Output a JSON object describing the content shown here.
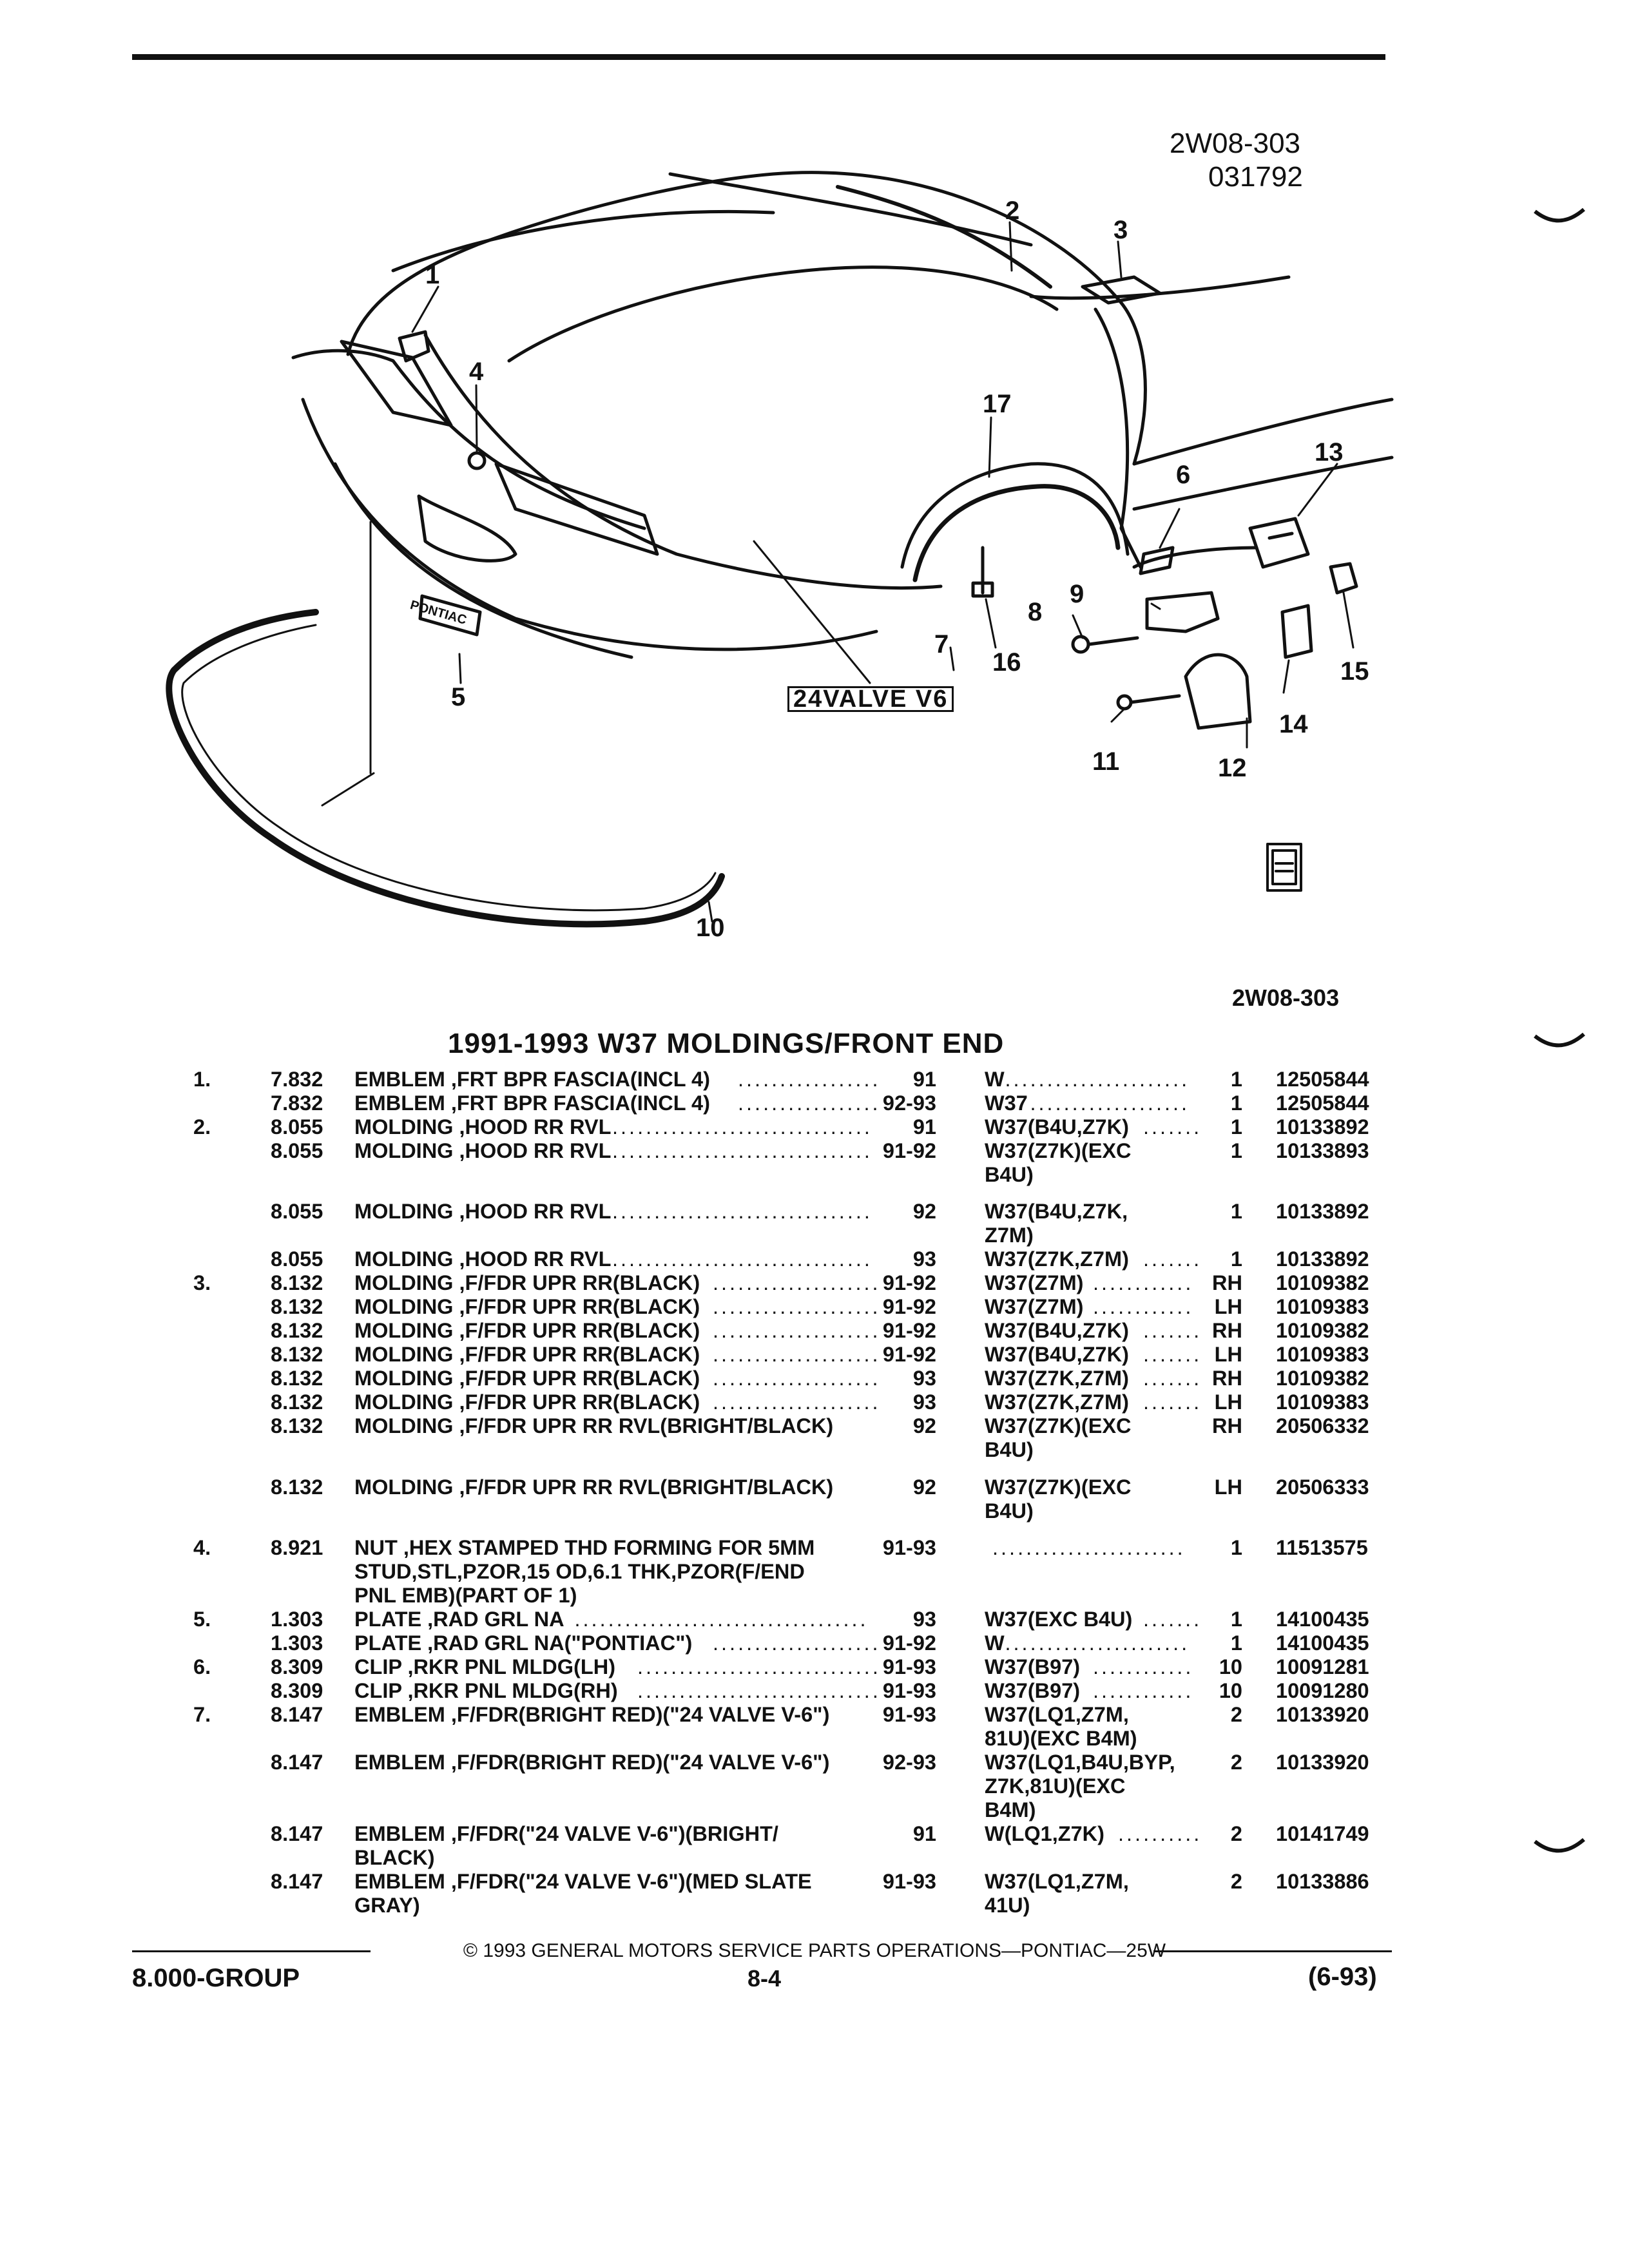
{
  "header": {
    "figure_id": "2W08-303",
    "figure_date": "031792"
  },
  "callouts": [
    "1",
    "2",
    "3",
    "4",
    "5",
    "6",
    "7",
    "8",
    "9",
    "10",
    "11",
    "12",
    "13",
    "14",
    "15",
    "16",
    "17"
  ],
  "diagram_labels": {
    "fascia_emblem_text": "PONTIAC",
    "fender_emblem_text": "24VALVE V6",
    "corner_icon": "gm-spo-icon"
  },
  "figure_ref": "2W08-303",
  "section_title": "1991-1993 W37 MOLDINGS/FRONT END",
  "parts": [
    {
      "index": "1.",
      "group": "7.832",
      "desc": "EMBLEM ,FRT BPR FASCIA(INCL 4)",
      "desc_dots": true,
      "years": "91",
      "option": "W",
      "opt_dots": true,
      "qty": "1",
      "part_no": "12505844"
    },
    {
      "index": "",
      "group": "7.832",
      "desc": "EMBLEM ,FRT BPR FASCIA(INCL 4)",
      "desc_dots": true,
      "years": "92-93",
      "option": "W37",
      "opt_dots": true,
      "qty": "1",
      "part_no": "12505844"
    },
    {
      "index": "2.",
      "group": "8.055",
      "desc": "MOLDING ,HOOD RR RVL",
      "desc_dots": true,
      "years": "91",
      "option": "W37(B4U,Z7K)",
      "opt_dots": true,
      "qty": "1",
      "part_no": "10133892"
    },
    {
      "index": "",
      "group": "8.055",
      "desc": "MOLDING ,HOOD RR RVL",
      "desc_dots": true,
      "years": "91-92",
      "option": "W37(Z7K)(EXC\nB4U)",
      "opt_dots": false,
      "qty": "1",
      "part_no": "10133893",
      "gap_after": true
    },
    {
      "index": "",
      "group": "8.055",
      "desc": "MOLDING ,HOOD RR RVL",
      "desc_dots": true,
      "years": "92",
      "option": "W37(B4U,Z7K,\nZ7M)",
      "opt_dots": false,
      "qty": "1",
      "part_no": "10133892"
    },
    {
      "index": "",
      "group": "8.055",
      "desc": "MOLDING ,HOOD RR RVL",
      "desc_dots": true,
      "years": "93",
      "option": "W37(Z7K,Z7M)",
      "opt_dots": true,
      "qty": "1",
      "part_no": "10133892"
    },
    {
      "index": "3.",
      "group": "8.132",
      "desc": "MOLDING ,F/FDR UPR RR(BLACK)",
      "desc_dots": true,
      "years": "91-92",
      "option": "W37(Z7M)",
      "opt_dots": true,
      "qty": "RH",
      "part_no": "10109382"
    },
    {
      "index": "",
      "group": "8.132",
      "desc": "MOLDING ,F/FDR UPR RR(BLACK)",
      "desc_dots": true,
      "years": "91-92",
      "option": "W37(Z7M)",
      "opt_dots": true,
      "qty": "LH",
      "part_no": "10109383"
    },
    {
      "index": "",
      "group": "8.132",
      "desc": "MOLDING ,F/FDR UPR RR(BLACK)",
      "desc_dots": true,
      "years": "91-92",
      "option": "W37(B4U,Z7K)",
      "opt_dots": true,
      "qty": "RH",
      "part_no": "10109382"
    },
    {
      "index": "",
      "group": "8.132",
      "desc": "MOLDING ,F/FDR UPR RR(BLACK)",
      "desc_dots": true,
      "years": "91-92",
      "option": "W37(B4U,Z7K)",
      "opt_dots": true,
      "qty": "LH",
      "part_no": "10109383"
    },
    {
      "index": "",
      "group": "8.132",
      "desc": "MOLDING ,F/FDR UPR RR(BLACK)",
      "desc_dots": true,
      "years": "93",
      "option": "W37(Z7K,Z7M)",
      "opt_dots": true,
      "qty": "RH",
      "part_no": "10109382"
    },
    {
      "index": "",
      "group": "8.132",
      "desc": "MOLDING ,F/FDR UPR RR(BLACK)",
      "desc_dots": true,
      "years": "93",
      "option": "W37(Z7K,Z7M)",
      "opt_dots": true,
      "qty": "LH",
      "part_no": "10109383"
    },
    {
      "index": "",
      "group": "8.132",
      "desc": "MOLDING ,F/FDR UPR RR RVL(BRIGHT/BLACK)",
      "desc_dots": false,
      "years": "92",
      "option": "W37(Z7K)(EXC\nB4U)",
      "opt_dots": false,
      "qty": "RH",
      "part_no": "20506332",
      "gap_after": true
    },
    {
      "index": "",
      "group": "8.132",
      "desc": "MOLDING ,F/FDR UPR RR RVL(BRIGHT/BLACK)",
      "desc_dots": false,
      "years": "92",
      "option": "W37(Z7K)(EXC\nB4U)",
      "opt_dots": false,
      "qty": "LH",
      "part_no": "20506333",
      "gap_after": true
    },
    {
      "index": "4.",
      "group": "8.921",
      "desc": "NUT ,HEX STAMPED THD FORMING FOR 5MM\nSTUD,STL,PZOR,15 OD,6.1 THK,PZOR(F/END\nPNL EMB)(PART OF 1)",
      "desc_dots": false,
      "years": "91-93",
      "option": "",
      "opt_dots": true,
      "qty": "1",
      "part_no": "11513575"
    },
    {
      "index": "5.",
      "group": "1.303",
      "desc": "PLATE ,RAD GRL NA",
      "desc_dots": true,
      "years": "93",
      "option": "W37(EXC B4U)",
      "opt_dots": true,
      "qty": "1",
      "part_no": "14100435"
    },
    {
      "index": "",
      "group": "1.303",
      "desc": "PLATE ,RAD GRL NA(\"PONTIAC\")",
      "desc_dots": true,
      "years": "91-92",
      "option": "W",
      "opt_dots": true,
      "qty": "1",
      "part_no": "14100435"
    },
    {
      "index": "6.",
      "group": "8.309",
      "desc": "CLIP ,RKR PNL MLDG(LH)",
      "desc_dots": true,
      "years": "91-93",
      "option": "W37(B97)",
      "opt_dots": true,
      "qty": "10",
      "part_no": "10091281"
    },
    {
      "index": "",
      "group": "8.309",
      "desc": "CLIP ,RKR PNL MLDG(RH)",
      "desc_dots": true,
      "years": "91-93",
      "option": "W37(B97)",
      "opt_dots": true,
      "qty": "10",
      "part_no": "10091280"
    },
    {
      "index": "7.",
      "group": "8.147",
      "desc": "EMBLEM ,F/FDR(BRIGHT RED)(\"24 VALVE V-6\")",
      "desc_dots": false,
      "years": "91-93",
      "option": "W37(LQ1,Z7M,\n81U)(EXC B4M)",
      "opt_dots": false,
      "qty": "2",
      "part_no": "10133920"
    },
    {
      "index": "",
      "group": "8.147",
      "desc": "EMBLEM ,F/FDR(BRIGHT RED)(\"24 VALVE V-6\")",
      "desc_dots": false,
      "years": "92-93",
      "option": "W37(LQ1,B4U,BYP,\nZ7K,81U)(EXC\nB4M)",
      "opt_dots": false,
      "qty": "2",
      "part_no": "10133920"
    },
    {
      "index": "",
      "group": "8.147",
      "desc": "EMBLEM ,F/FDR(\"24 VALVE V-6\")(BRIGHT/\nBLACK)",
      "desc_dots": false,
      "years": "91",
      "option": "W(LQ1,Z7K)",
      "opt_dots": true,
      "qty": "2",
      "part_no": "10141749"
    },
    {
      "index": "",
      "group": "8.147",
      "desc": "EMBLEM ,F/FDR(\"24 VALVE V-6\")(MED SLATE\nGRAY)",
      "desc_dots": false,
      "years": "91-93",
      "option": "W37(LQ1,Z7M,\n41U)",
      "opt_dots": false,
      "qty": "2",
      "part_no": "10133886"
    }
  ],
  "footer": {
    "copyright": "© 1993 GENERAL MOTORS SERVICE PARTS OPERATIONS—PONTIAC—25W",
    "group": "8.000-GROUP",
    "page": "8-4",
    "date": "(6-93)"
  }
}
